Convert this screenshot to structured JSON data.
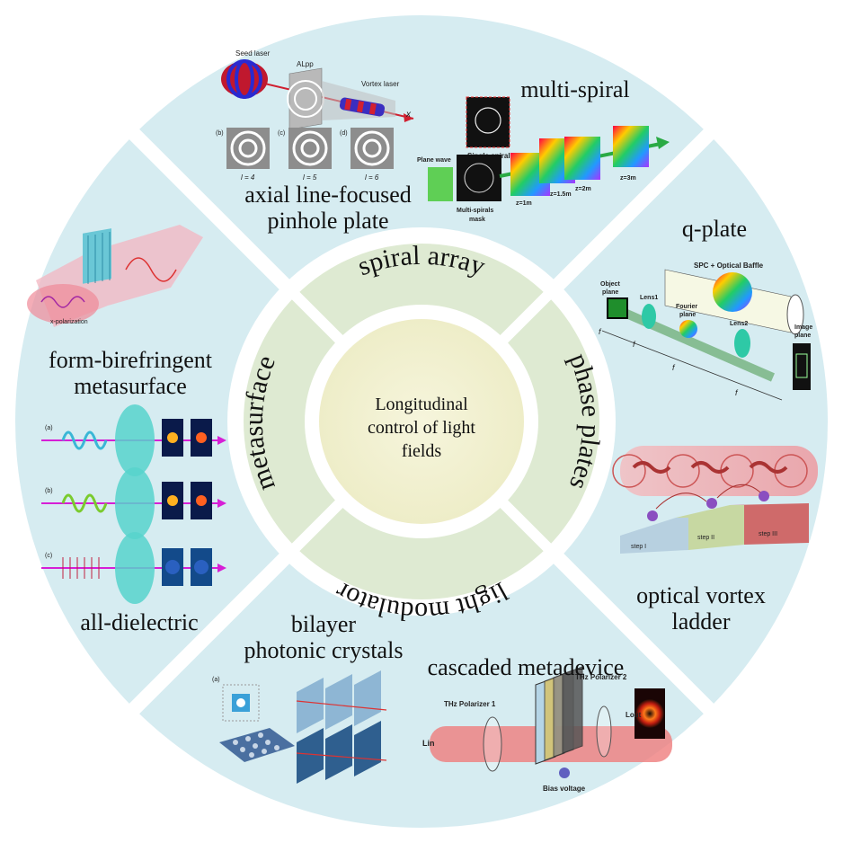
{
  "center": {
    "lines": [
      "Longitudinal",
      "control of light",
      "fields"
    ]
  },
  "ring": {
    "top": "spiral array",
    "right": "phase plates",
    "bottom": "light modulator",
    "left": "metasurface"
  },
  "outer": {
    "top_left_label": "axial line-focused",
    "top_left_label2": "pinhole plate",
    "top_right_label": "multi-spiral",
    "right_top_label": "q-plate",
    "right_bottom_label": "optical vortex",
    "right_bottom_label2": "ladder",
    "bottom_left_label": "bilayer",
    "bottom_left_label2": "photonic crystals",
    "bottom_right_label": "cascaded metadevice",
    "left_top_label": "form-birefringent",
    "left_top_label2": "metasurface",
    "left_bottom_label": "all-dielectric"
  },
  "insets": {
    "seed_laser": "Seed laser",
    "alpp": "ALpp",
    "vortex_laser": "Vortex laser",
    "axis_x": "x",
    "l4": "l = 4",
    "l5": "l = 5",
    "l6": "l = 6",
    "tag_b": "(b)",
    "tag_c": "(c)",
    "tag_d": "(d)",
    "single_spiral": "Single spiral",
    "plane_wave": "Plane wave",
    "multi_spirals": "Multi-spirals",
    "mask": "mask",
    "z1": "z=1m",
    "z15": "z=1.5m",
    "z2": "z=2m",
    "z3": "z=3m",
    "spc": "SPC + Optical Baffle",
    "object": "Object",
    "object_plane": "plane",
    "lens1": "Lens1",
    "fourier": "Fourier",
    "fourier_plane": "plane",
    "lens2": "Lens2",
    "image": "Image",
    "image_plane": "plane",
    "f": "f",
    "step1": "step I",
    "step2": "step II",
    "step3": "step III",
    "thz1": "THz Polarizer 1",
    "thz2": "THz Polarizer 2",
    "bias": "Bias voltage",
    "lin": "Lin",
    "lout": "Lout",
    "xpol": "x-polarization",
    "tag_a": "(a)",
    "tag_b2": "(b)",
    "tag_c2": "(c)"
  },
  "colors": {
    "outer_ring": "#d6ecf1",
    "mid_ring": "#deead2",
    "center": "#f2f1d2",
    "gap": "#ffffff",
    "beam_red": "#e8606a",
    "magenta": "#d61fd6",
    "cyan": "#33c9c9",
    "green": "#3ab54a"
  }
}
